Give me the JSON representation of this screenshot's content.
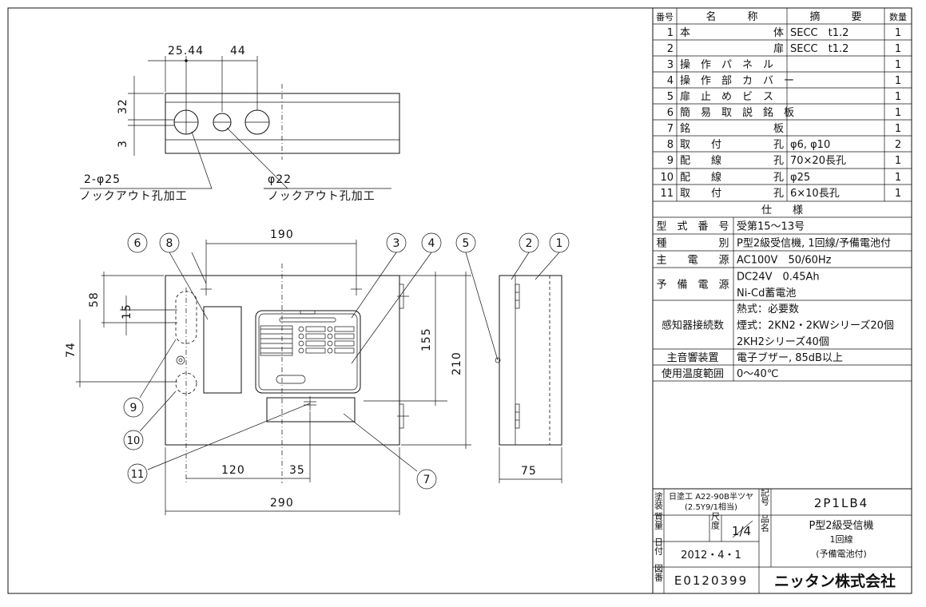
{
  "table": {
    "headers": {
      "no": "番号",
      "name": "名　　　称",
      "summary": "摘　　　要",
      "qty": "数量"
    },
    "rows": [
      {
        "no": "1",
        "name_left": "本",
        "name_right": "体",
        "summary": "SECC　t1.2",
        "qty": "1"
      },
      {
        "no": "2",
        "name_left": "",
        "name_right": "扉",
        "summary": "SECC　t1.2",
        "qty": "1"
      },
      {
        "no": "3",
        "name_left": "操　作　パ　ネ　ル",
        "name_right": "",
        "summary": "",
        "qty": "1"
      },
      {
        "no": "4",
        "name_left": "操　作　部　カ　バ　ー",
        "name_right": "",
        "summary": "",
        "qty": "1"
      },
      {
        "no": "5",
        "name_left": "扉　止　め　ビ　ス",
        "name_right": "",
        "summary": "",
        "qty": "1"
      },
      {
        "no": "6",
        "name_left": "簡　易　取　説　銘　板",
        "name_right": "",
        "summary": "",
        "qty": "1"
      },
      {
        "no": "7",
        "name_left": "銘",
        "name_right": "板",
        "summary": "",
        "qty": "1"
      },
      {
        "no": "8",
        "name_left": "取　　付",
        "name_right": "孔",
        "summary": "φ6, φ10",
        "qty": "2"
      },
      {
        "no": "9",
        "name_left": "配　　線",
        "name_right": "孔",
        "summary": "70×20長孔",
        "qty": "1"
      },
      {
        "no": "10",
        "name_left": "配　　線",
        "name_right": "孔",
        "summary": "φ25",
        "qty": "1"
      },
      {
        "no": "11",
        "name_left": "取　　付",
        "name_right": "孔",
        "summary": "6×10長孔",
        "qty": "1"
      }
    ],
    "spec_header": "仕　　様",
    "specs": [
      {
        "label": "型　式　番　号",
        "value": [
          "受第15～13号"
        ]
      },
      {
        "label": "種　　　　　別",
        "value": [
          "P型2級受信機, 1回線/予備電池付"
        ]
      },
      {
        "label": "主　　電　　源",
        "value": [
          "AC100V　50/60Hz"
        ]
      },
      {
        "label": "予　備　電　源",
        "value": [
          "DC24V　0.45Ah",
          "Ni-Cd蓄電池"
        ]
      },
      {
        "label": "感知器接続数",
        "value": [
          "熱式：必要数",
          "煙式：2KN2・2KWシリーズ20個",
          "2KH2シリーズ40個"
        ]
      },
      {
        "label": "主音響装置",
        "value": [
          "電子ブザー, 85dB以上"
        ]
      },
      {
        "label": "使用温度範囲",
        "value": [
          "0～40℃"
        ]
      }
    ]
  },
  "title_block": {
    "paint_label": "塗装",
    "paint_value_1": "日塗工 A22-90B半ツヤ",
    "paint_value_2": "(2.5Y9/1相当)",
    "symbol_label": "記号",
    "symbol_value": "2P1LB4",
    "material_label": "質量",
    "scale_label": "尺度",
    "scale_value": "1/4",
    "product_label": "品名",
    "product_lines": [
      "P型2級受信機",
      "1回線",
      "(予備電池付)"
    ],
    "date_label": "日付",
    "date_value": "2012・4・1",
    "drawing_no_label": "図番",
    "drawing_no": "E0120399",
    "company": "ニッタン株式会社"
  },
  "drawing": {
    "top_dims": {
      "a": "25.44",
      "b": "44",
      "h1": "32",
      "h2": "3"
    },
    "knockout_left": {
      "label1": "2-φ25",
      "label2": "ノックアウト孔加工"
    },
    "knockout_right": {
      "label1": "φ22",
      "label2": "ノックアウト孔加工"
    },
    "front_dims": {
      "width_inner": "190",
      "h58": "58",
      "h15": "15",
      "h74": "74",
      "h155": "155",
      "h210": "210",
      "w120": "120",
      "w35": "35",
      "w290": "290"
    },
    "side_dims": {
      "depth": "75"
    },
    "callouts": [
      "1",
      "2",
      "3",
      "4",
      "5",
      "6",
      "7",
      "8",
      "9",
      "10",
      "11"
    ]
  }
}
